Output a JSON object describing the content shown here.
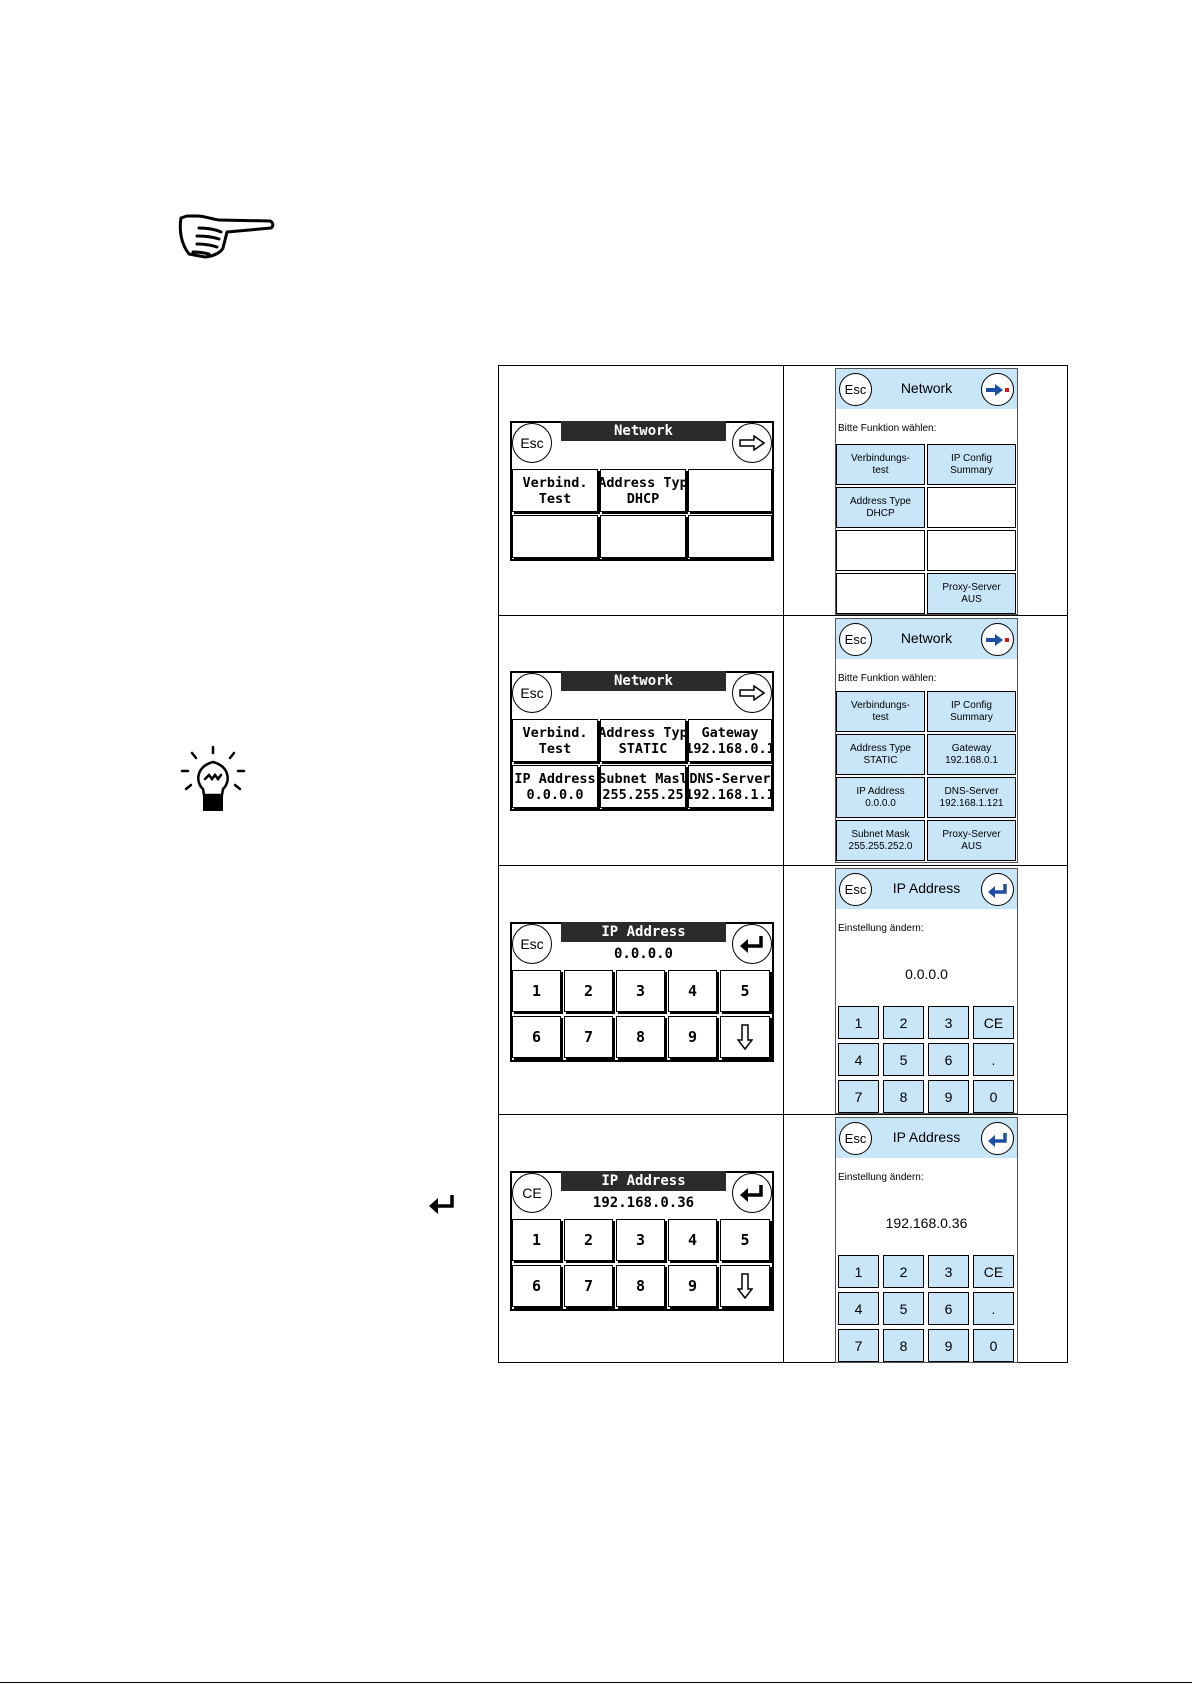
{
  "network_mono_1": {
    "title": "Network",
    "esc": "Esc",
    "buttons": [
      [
        "Verbind.",
        "Test"
      ],
      [
        "Address Typ",
        "DHCP"
      ]
    ]
  },
  "network_color_1": {
    "title": "Network",
    "esc": "Esc",
    "prompt": "Bitte Funktion wählen:",
    "buttons": [
      [
        "Verbindungs-",
        "test"
      ],
      [
        "IP Config",
        "Summary"
      ],
      [
        "Address Type",
        "DHCP"
      ],
      [
        "Proxy-Server",
        "AUS"
      ]
    ]
  },
  "network_mono_2": {
    "title": "Network",
    "esc": "Esc",
    "buttons": [
      [
        "Verbind.",
        "Test"
      ],
      [
        "Address Typ",
        "STATIC"
      ],
      [
        "Gateway",
        "192.168.0.1"
      ],
      [
        "IP Address",
        "0.0.0.0"
      ],
      [
        "Subnet Masl",
        "255.255.25"
      ],
      [
        "DNS-Server",
        "192.168.1.1"
      ]
    ]
  },
  "network_color_2": {
    "title": "Network",
    "esc": "Esc",
    "prompt": "Bitte Funktion wählen:",
    "buttons": [
      [
        "Verbindungs-",
        "test"
      ],
      [
        "IP Config",
        "Summary"
      ],
      [
        "Address Type",
        "STATIC"
      ],
      [
        "Gateway",
        "192.168.0.1"
      ],
      [
        "IP Address",
        "0.0.0.0"
      ],
      [
        "DNS-Server",
        "192.168.1.121"
      ],
      [
        "Subnet Mask",
        "255.255.252.0"
      ],
      [
        "Proxy-Server",
        "AUS"
      ]
    ]
  },
  "ip_mono_1": {
    "title": "IP Address",
    "left": "Esc",
    "value": "0.0.0.0",
    "keys": [
      "1",
      "2",
      "3",
      "4",
      "5",
      "6",
      "7",
      "8",
      "9"
    ]
  },
  "ip_color_1": {
    "title": "IP Address",
    "esc": "Esc",
    "prompt": "Einstellung ändern:",
    "value": "0.0.0.0",
    "keys": [
      "1",
      "2",
      "3",
      "CE",
      "4",
      "5",
      "6",
      ".",
      "7",
      "8",
      "9",
      "0"
    ]
  },
  "ip_mono_2": {
    "title": "IP Address",
    "left": "CE",
    "value": "192.168.0.36",
    "keys": [
      "1",
      "2",
      "3",
      "4",
      "5",
      "6",
      "7",
      "8",
      "9"
    ]
  },
  "ip_color_2": {
    "title": "IP Address",
    "esc": "Esc",
    "prompt": "Einstellung ändern:",
    "value": "192.168.0.36",
    "keys": [
      "1",
      "2",
      "3",
      "CE",
      "4",
      "5",
      "6",
      ".",
      "7",
      "8",
      "9",
      "0"
    ]
  },
  "icons": [
    "pointing-hand-icon",
    "lightbulb-icon",
    "enter-arrow-icon",
    "right-arrow-icon",
    "down-arrow-icon"
  ]
}
